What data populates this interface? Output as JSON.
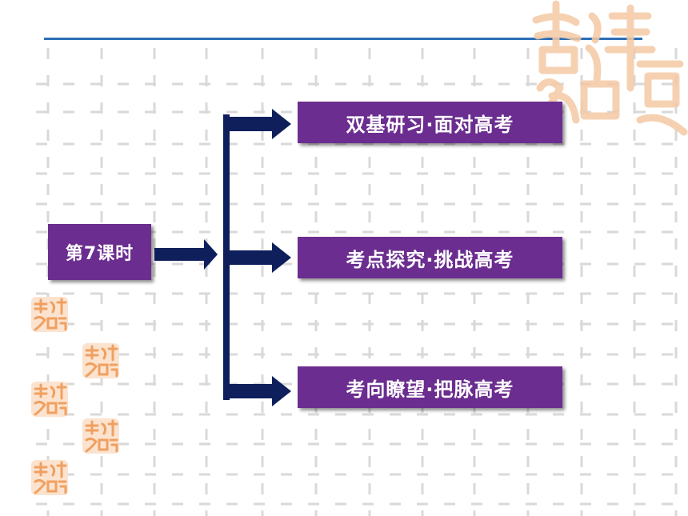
{
  "lesson": {
    "label": "第7课时"
  },
  "sections": [
    {
      "label": "双基研习·面对高考"
    },
    {
      "label": "考点探究·挑战高考"
    },
    {
      "label": "考向瞭望·把脉高考"
    }
  ],
  "decor": {
    "seal_text": "吉祥如意"
  },
  "colors": {
    "box": "#6b2d8f",
    "arrow": "#0f1f5c",
    "rule": "#2e6fb7",
    "stamp": "#f0a060"
  }
}
